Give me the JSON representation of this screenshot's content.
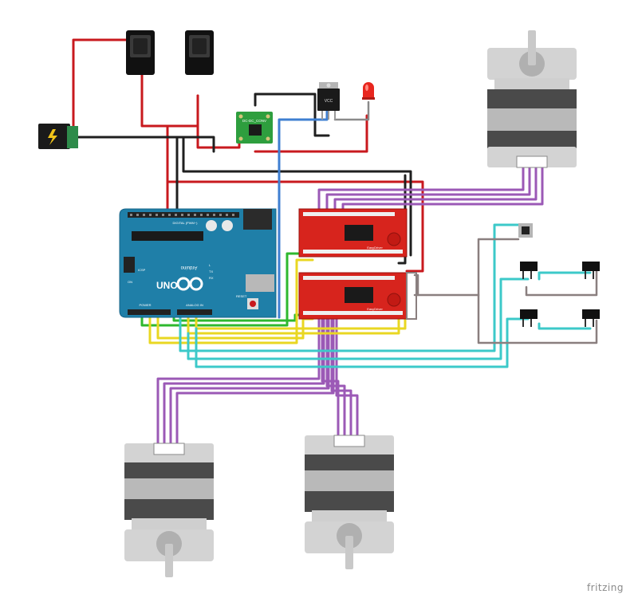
{
  "app": {
    "watermark": "fritzing"
  },
  "arduino": {
    "brand": "Arduino",
    "model": "UNO",
    "header_digital": "DIGITAL (PWM~)",
    "header_power": "POWER",
    "header_analog": "ANALOG IN",
    "reset_label": "RESET",
    "tx_label": "TX",
    "rx_label": "RX",
    "l_label": "L",
    "on_label": "ON",
    "icsp_label": "ICSP"
  },
  "parts": {
    "regulator_label": "VCC",
    "dcdc_label": "DC-DC_CONV"
  },
  "drivers": [
    {
      "title": "EasyDriver"
    },
    {
      "title": "EasyDriver"
    }
  ],
  "colors": {
    "red": "#c8191e",
    "black": "#1f1f1f",
    "blue": "#3f7fd1",
    "purple": "#9b59b6",
    "green": "#2eb82e",
    "yellow": "#e9d722",
    "cyan": "#3cc9c9",
    "gray": "#8a7f7f",
    "arduino": "#1f7fa8",
    "driver": "#d7241d"
  }
}
